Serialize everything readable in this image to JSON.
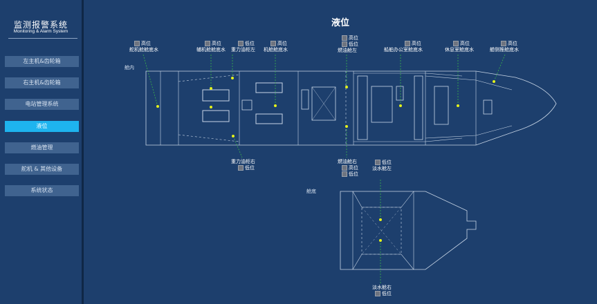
{
  "app": {
    "title_cn": "监测报警系统",
    "title_en": "Monitoring & Alarm System"
  },
  "nav": [
    {
      "label": "左主机&齿轮箱",
      "active": false
    },
    {
      "label": "右主机&齿轮箱",
      "active": false
    },
    {
      "label": "电站管理系统",
      "active": false
    },
    {
      "label": "液位",
      "active": true
    },
    {
      "label": "燃油管理",
      "active": false
    },
    {
      "label": "舵机 & 其他设备",
      "active": false
    },
    {
      "label": "系统状态",
      "active": false
    }
  ],
  "page": {
    "title": "液位"
  },
  "sections": {
    "top": "舱内",
    "bottom": "舱底"
  },
  "tanks": {
    "steering": {
      "alarm": "高位",
      "name": "舵机舱舱底水"
    },
    "aux_engine": {
      "alarm": "高位",
      "name": "辅机舱舱底水"
    },
    "gravity_left": {
      "alarm": "低位",
      "name": "重力油柜左"
    },
    "engine_room": {
      "alarm": "高位",
      "name": "机舱舱底水"
    },
    "fuel_left": {
      "alarm_high": "高位",
      "alarm_low": "低位",
      "name": "燃油舱左"
    },
    "office": {
      "alarm": "高位",
      "name": "船舶办公室舱底水"
    },
    "rest_room": {
      "alarm": "高位",
      "name": "休息室舱底水"
    },
    "bow_thruster": {
      "alarm": "高位",
      "name": "艏侧推舱底水"
    },
    "gravity_right": {
      "name": "重力油柜右",
      "alarm": "低位"
    },
    "fuel_right": {
      "name": "燃油舱右",
      "alarm_high": "高位",
      "alarm_low": "低位"
    },
    "fresh_left": {
      "alarm": "低位",
      "name": "淡水舱左"
    },
    "fresh_right": {
      "name": "淡水舱右",
      "alarm": "低位"
    }
  }
}
